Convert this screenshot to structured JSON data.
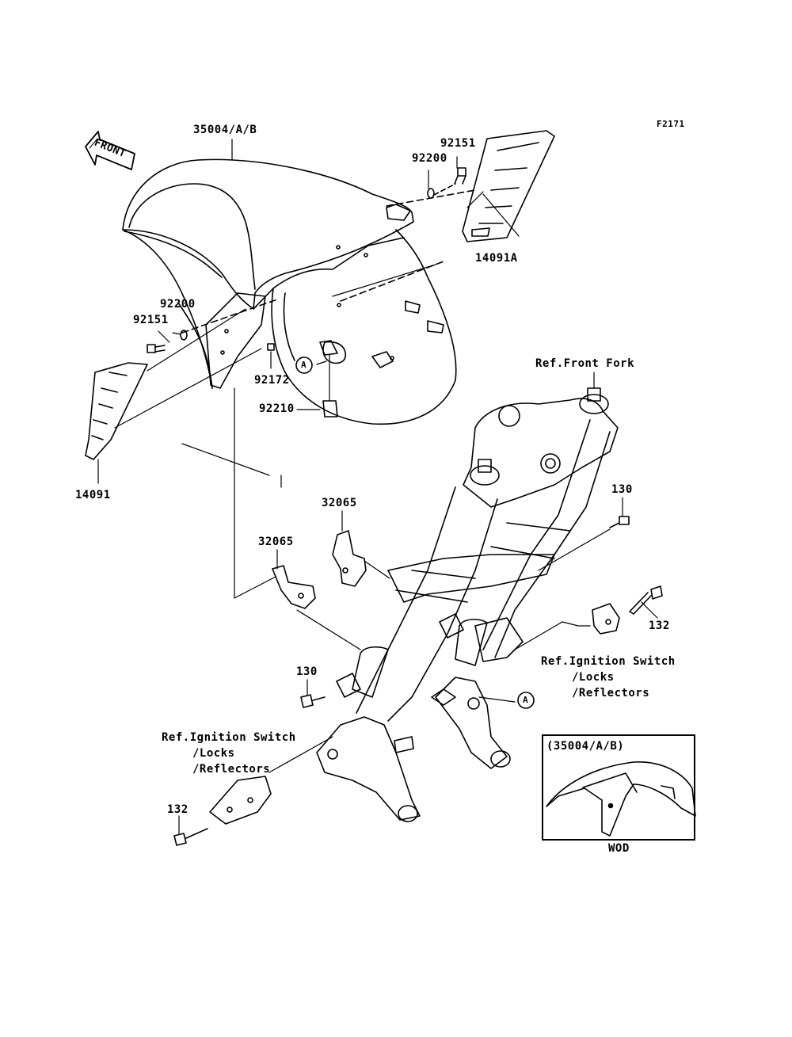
{
  "figure_code": "F2171",
  "front_arrow": {
    "label": "FRONT"
  },
  "callouts": {
    "fender_main": "35004/A/B",
    "bolt_upper_right": "92151",
    "washer_upper_right": "92200",
    "cover_right": "14091A",
    "washer_left": "92200",
    "bolt_left": "92151",
    "bolt_center": "92172",
    "clip": "92210",
    "cover_left": "14091",
    "bracket_upper": "32065",
    "bracket_lower": "32065",
    "bolt_fork_right": "130",
    "bolt_fork_left": "130",
    "bolt_right": "132",
    "bolt_left_lower": "132"
  },
  "references": {
    "front_fork": "Ref.Front Fork",
    "ignition_right": [
      "Ref.Ignition Switch",
      "/Locks",
      "/Reflectors"
    ],
    "ignition_left": [
      "Ref.Ignition Switch",
      "/Locks",
      "/Reflectors"
    ]
  },
  "markers": {
    "a1": "A",
    "a2": "A"
  },
  "inset": {
    "title": "(35004/A/B)",
    "caption": "WOD"
  }
}
